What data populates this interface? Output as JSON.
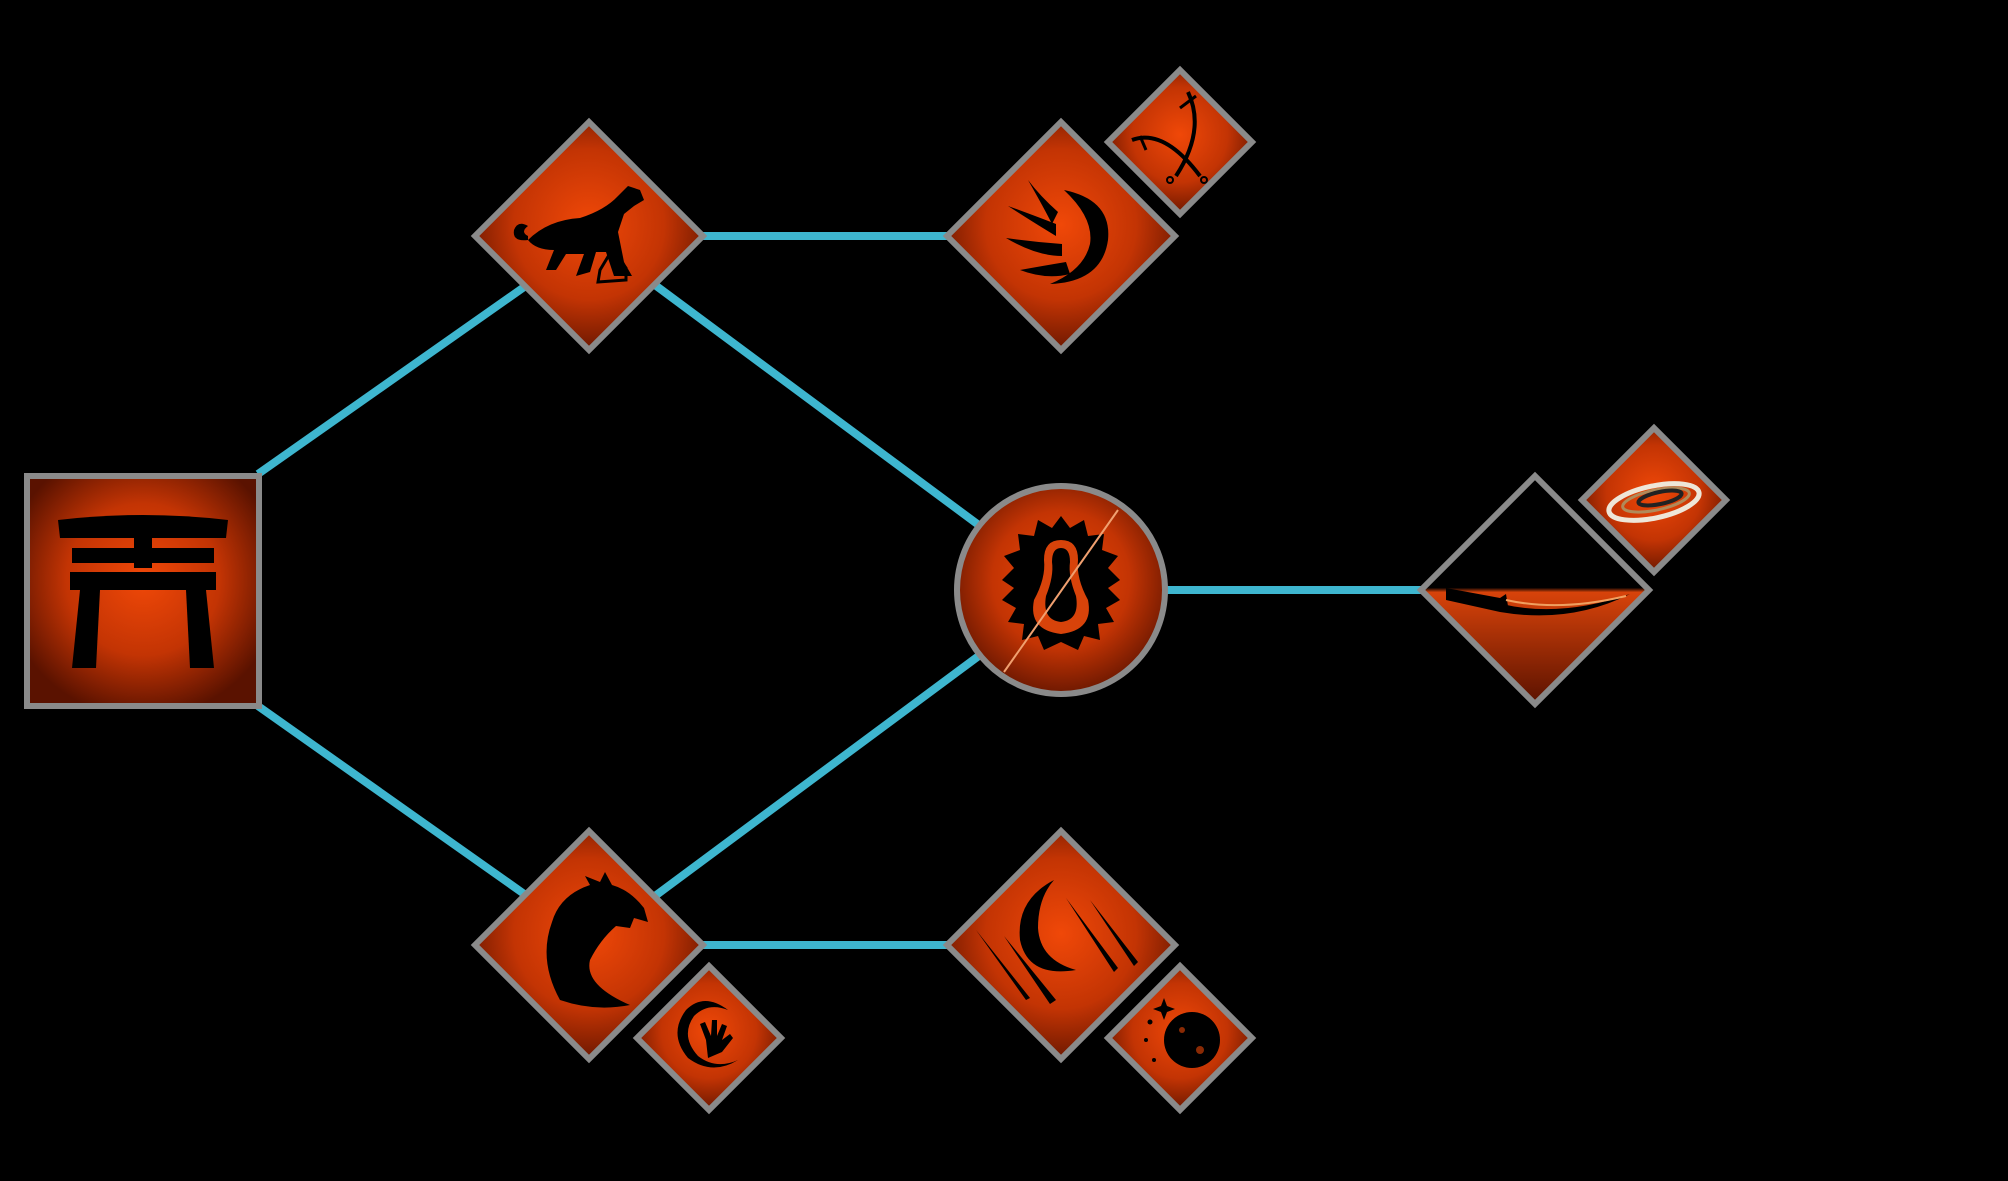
{
  "skill_tree": {
    "colors": {
      "background": "#000000",
      "connector": "#3eb6cf",
      "frame": "#8a8a8a",
      "fill_light": "#f04808",
      "fill_dark": "#4a0e00",
      "glyph": "#000000"
    },
    "nodes": [
      {
        "id": "torii",
        "icon": "torii-gate-icon"
      },
      {
        "id": "tiger",
        "icon": "sabertooth-tiger-icon"
      },
      {
        "id": "dragon",
        "icon": "dragon-head-icon"
      },
      {
        "id": "meditation",
        "icon": "meditating-monk-icon"
      },
      {
        "id": "claw",
        "icon": "swirling-claw-icon"
      },
      {
        "id": "crescent",
        "icon": "crescent-slash-icon"
      },
      {
        "id": "katana",
        "icon": "katana-icon"
      }
    ],
    "sub_nodes": [
      {
        "id": "twin-swords",
        "icon": "crossed-swords-icon"
      },
      {
        "id": "palm",
        "icon": "open-palm-spiral-icon"
      },
      {
        "id": "moon",
        "icon": "full-moon-stars-icon"
      },
      {
        "id": "slash-ring",
        "icon": "slash-ring-icon"
      }
    ]
  }
}
